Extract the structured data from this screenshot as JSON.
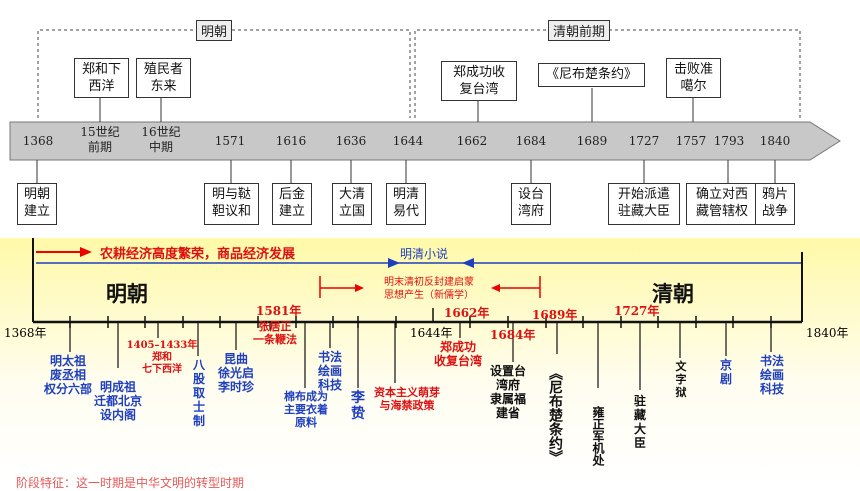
{
  "top": {
    "ming_label": "明朝",
    "qing_label": "清朝前期",
    "years": [
      "1368",
      "15世纪\n前期",
      "16世纪\n中期",
      "1571",
      "1616",
      "1636",
      "1644",
      "1662",
      "1684",
      "1689",
      "1727",
      "1757",
      "1793",
      "1840"
    ],
    "above_events": [
      {
        "text": "郑和下\n西洋"
      },
      {
        "text": "殖民者\n东来"
      },
      {
        "text": "郑成功收\n复台湾"
      },
      {
        "text": "《尼布楚条约》"
      },
      {
        "text": "击败准\n噶尔"
      }
    ],
    "below_events": [
      {
        "text": "明朝\n建立"
      },
      {
        "text": "明与鞑\n靼议和"
      },
      {
        "text": "后金\n建立"
      },
      {
        "text": "大清\n立国"
      },
      {
        "text": "明清\n易代"
      },
      {
        "text": "设台\n湾府"
      },
      {
        "text": "开始派遣\n驻藏大臣"
      },
      {
        "text": "确立对西\n藏管辖权"
      },
      {
        "text": "鸦片\n战争"
      }
    ]
  },
  "bottom": {
    "banner_left": "农耕经济高度繁荣，商品经济发展",
    "banner_right": "明清小说",
    "ming": "明朝",
    "qing": "清朝",
    "enlight": "明末清初反封建启蒙\n思想产生（新儒学）",
    "start_year": "1368年",
    "end_year": "1840年",
    "y1581": "1581年",
    "y1644": "1644年",
    "y1662": "1662年",
    "y1684": "1684年",
    "y1689": "1689年",
    "y1727": "1727年",
    "events": {
      "e1": "明太祖\n废丞相\n权分六部",
      "e2": "明成祖\n迁都北京\n设内阁",
      "e3": "1405–1433年\n郑和\n七下西洋",
      "e4": "八\n股\n取\n士\n制",
      "e5": "昆曲\n徐光启\n李时珍",
      "e6": "张居正\n一条鞭法",
      "e7": "棉布成为\n主要衣着\n原料",
      "e8": "书法\n绘画\n科技",
      "e9": "李\n贽",
      "e10": "资本主义萌芽\n与海禁政策",
      "e11": "郑成功\n收复台湾",
      "e12": "设置台\n湾府\n隶属福\n建省",
      "e13": "《尼布楚条约》",
      "e14": "雍正军机处",
      "e15": "驻\n藏\n大\n臣",
      "e16": "文\n字\n狱",
      "e17": "京\n剧",
      "e18": "书法\n绘画\n科技"
    },
    "footer": "阶段特征：这一时期是中华文明的转型时期"
  }
}
